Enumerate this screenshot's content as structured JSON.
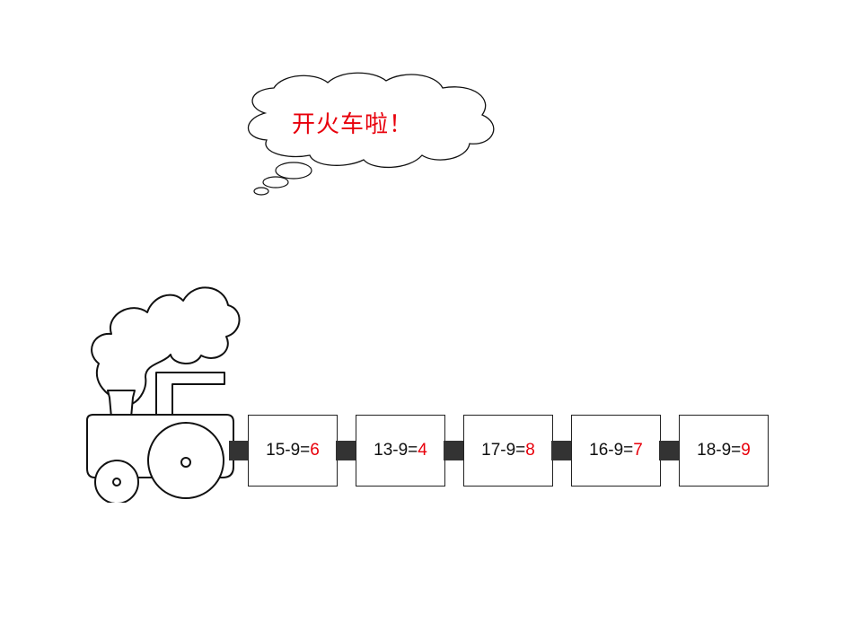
{
  "cloud": {
    "text": "开火车啦！"
  },
  "cars": [
    {
      "expr": "15-9=",
      "answer": "6"
    },
    {
      "expr": "13-9=",
      "answer": "4"
    },
    {
      "expr": "17-9=",
      "answer": "8"
    },
    {
      "expr": "16-9=",
      "answer": "7"
    },
    {
      "expr": "18-9=",
      "answer": "9"
    }
  ],
  "colors": {
    "answer": "#e8000b",
    "outline": "#222222",
    "coupler": "#333333"
  }
}
